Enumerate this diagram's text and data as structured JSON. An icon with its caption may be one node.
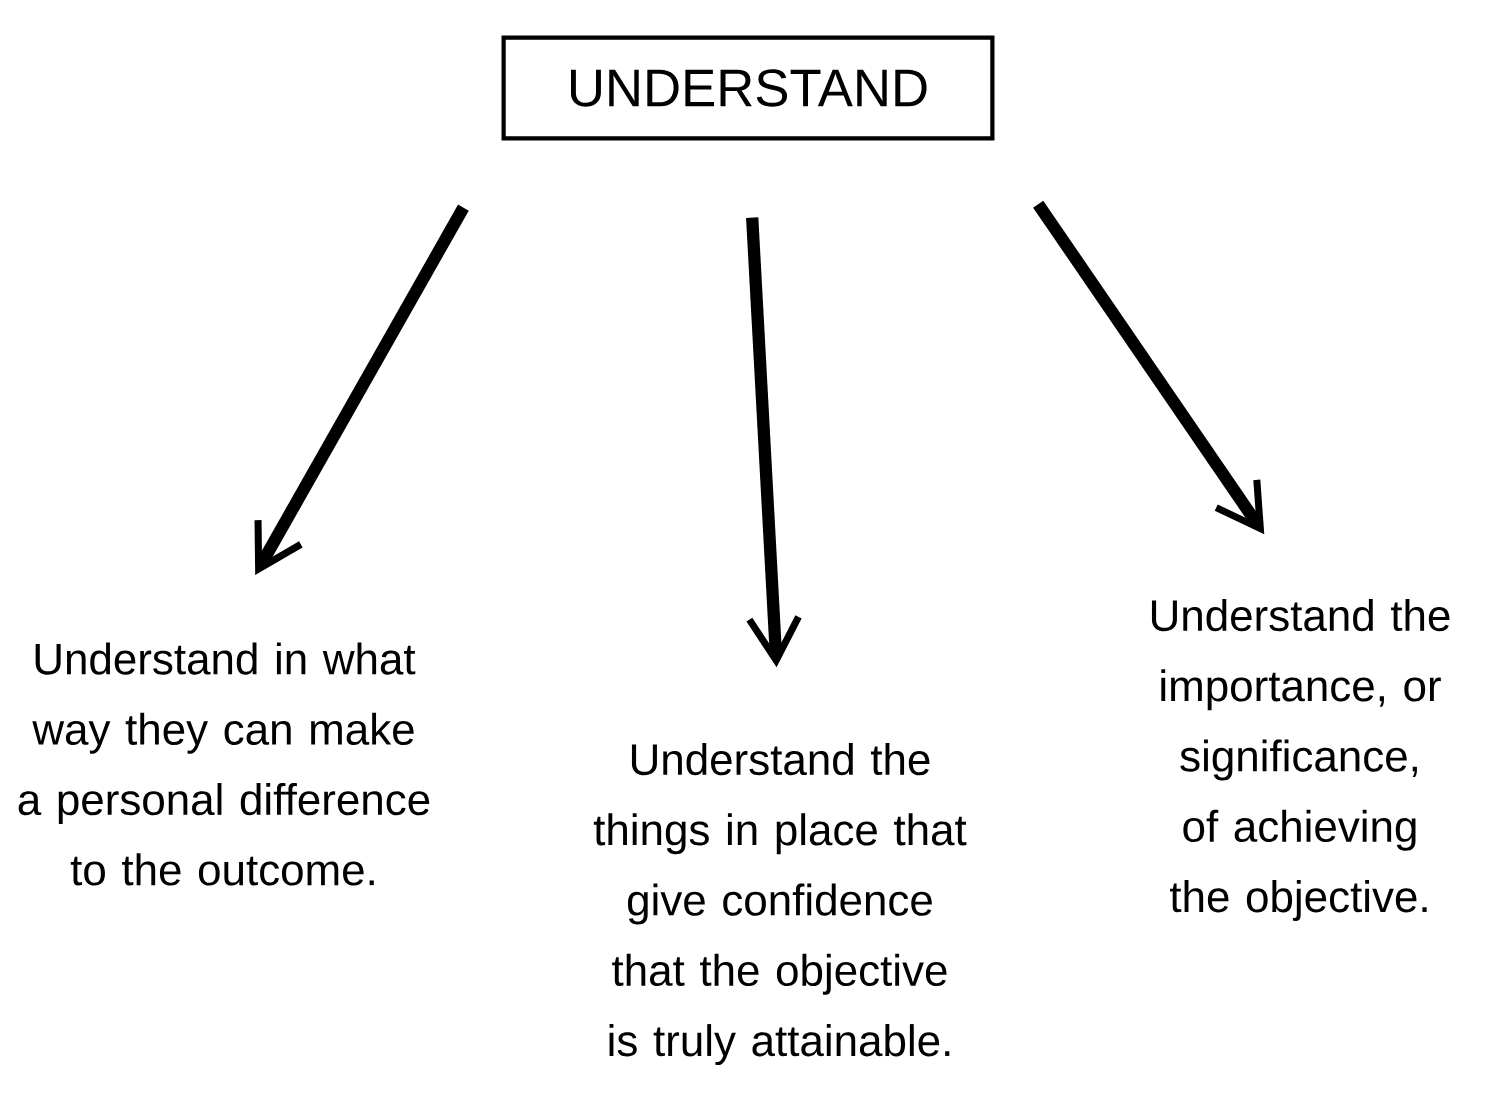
{
  "diagram": {
    "nodes": [
      {
        "text": [
          "UNDERSTAND"
        ]
      },
      {
        "text": [
          "Understand in what way they can make a personal difference to the outcome."
        ]
      },
      {
        "text": [
          "Understand the things in place that give confidence that the objective is truly attainable."
        ]
      },
      {
        "text": [
          "Understand the importance, or significance, of achieving the objective."
        ]
      }
    ],
    "edges": [
      {
        "from": 0,
        "to": 1,
        "arrow": "to"
      },
      {
        "from": 0,
        "to": 2,
        "arrow": "to"
      },
      {
        "from": 0,
        "to": 3,
        "arrow": "to"
      }
    ]
  }
}
